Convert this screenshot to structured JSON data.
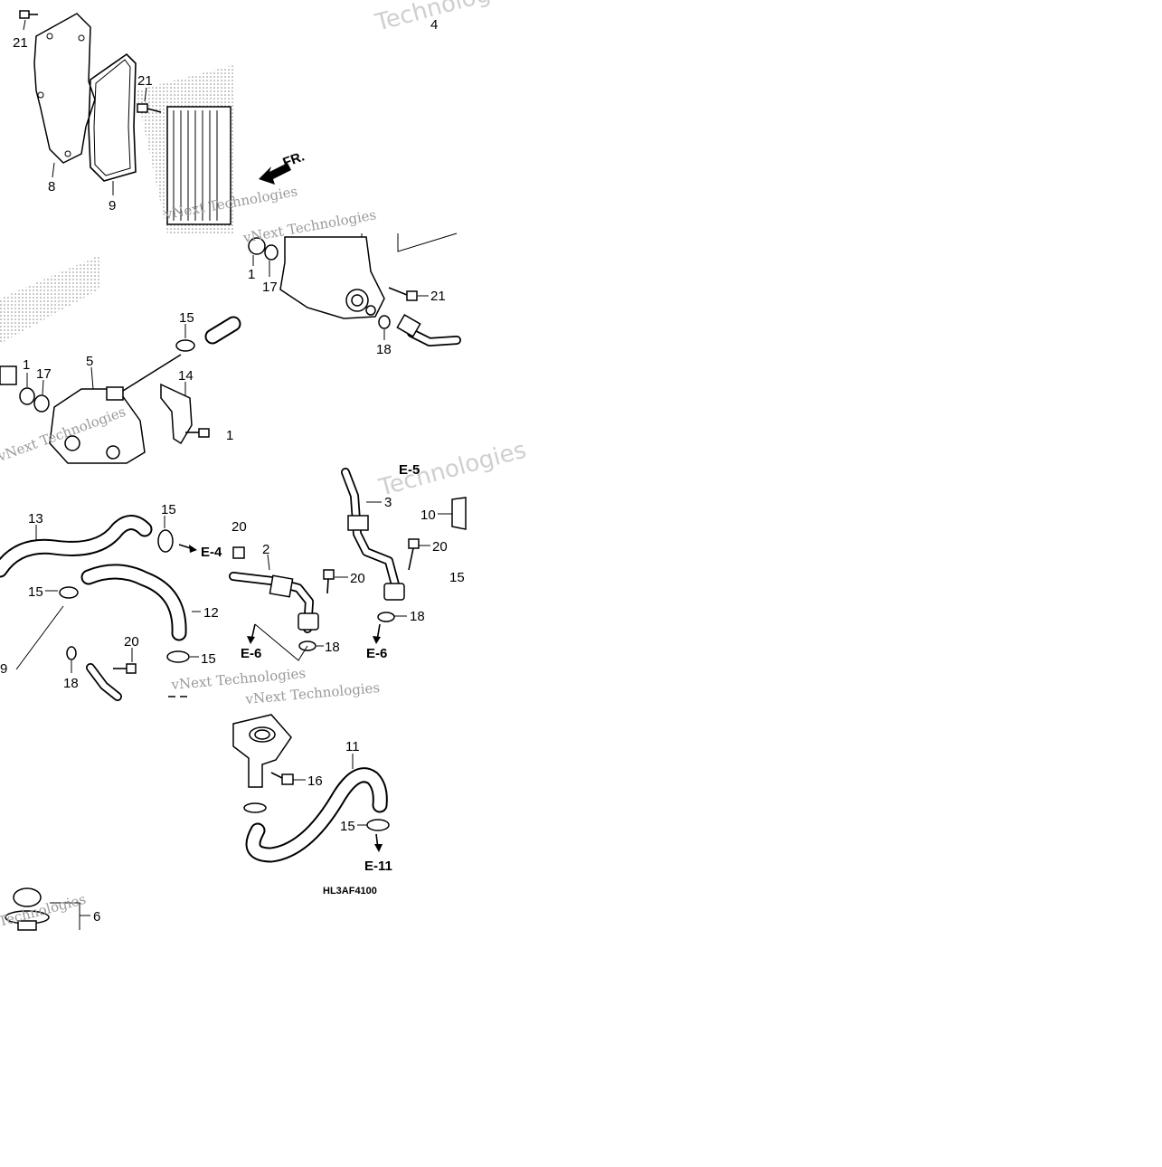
{
  "watermarks": {
    "technologies": "Technologies",
    "vnext": "vNext Technologies"
  },
  "labels": {
    "n1": "1",
    "n2": "2",
    "n3": "3",
    "n4": "4",
    "n5": "5",
    "n6": "6",
    "n8": "8",
    "n9": "9",
    "n10": "10",
    "n11": "11",
    "n12": "12",
    "n13": "13",
    "n14": "14",
    "n15": "15",
    "n16": "16",
    "n17": "17",
    "n18": "18",
    "n20": "20",
    "n21": "21"
  },
  "refs": {
    "e4": "E-4",
    "e5": "E-5",
    "e6": "E-6",
    "e11": "E-11"
  },
  "front_marker": "FR.",
  "diagram_code": "HL3AF4100"
}
